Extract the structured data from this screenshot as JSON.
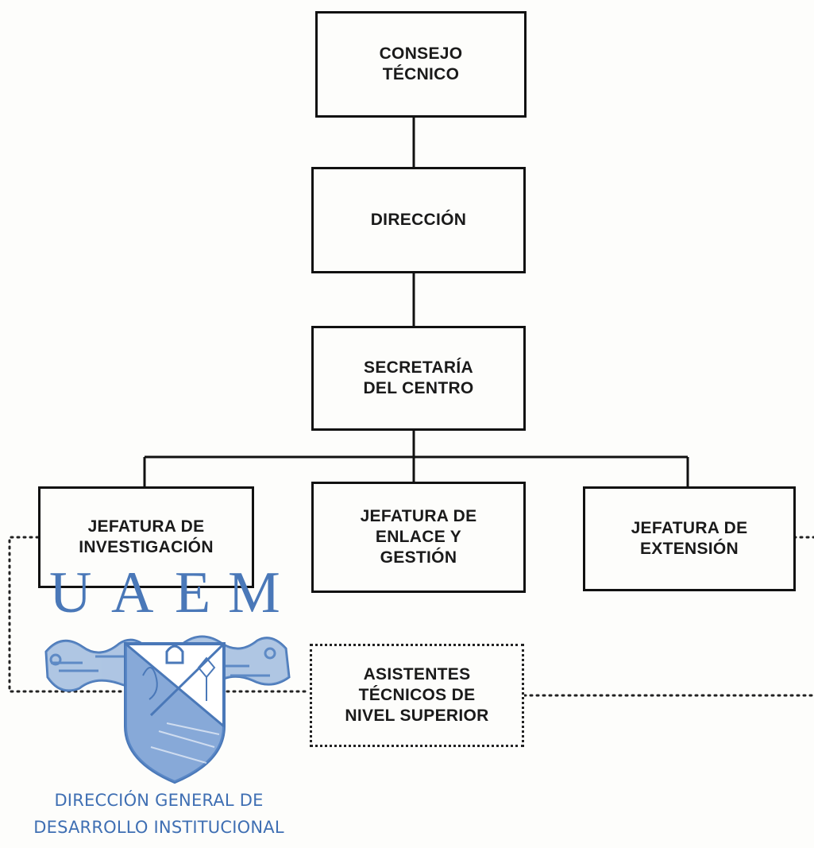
{
  "nodes": {
    "consejo": "CONSEJO\nTÉCNICO",
    "direccion": "DIRECCIÓN",
    "secretaria": "SECRETARÍA\nDEL CENTRO",
    "jef_investigacion": "JEFATURA DE\nINVESTIGACIÓN",
    "jef_enlace": "JEFATURA DE\nENLACE Y\nGESTIÓN",
    "jef_extension": "JEFATURA DE\nEXTENSIÓN",
    "asistentes": "ASISTENTES\nTÉCNICOS DE\nNIVEL SUPERIOR"
  },
  "stamp": {
    "letters": "UAEM",
    "caption": "DIRECCIÓN GENERAL DE\nDESARROLLO INSTITUCIONAL"
  },
  "colors": {
    "line": "#111111",
    "stamp": "#4a78b8"
  }
}
